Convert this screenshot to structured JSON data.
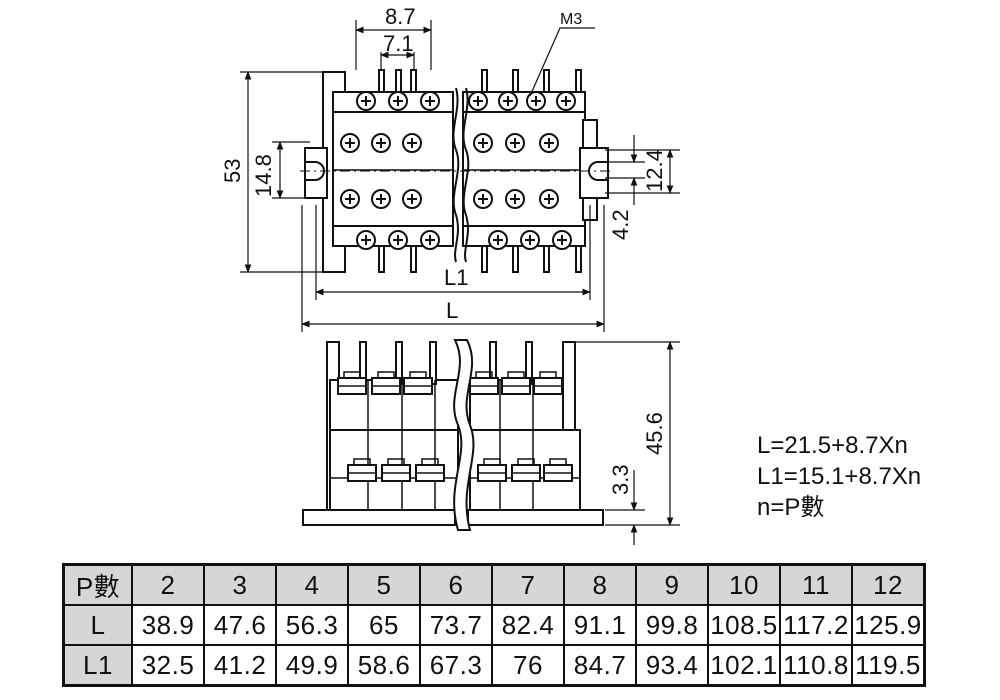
{
  "dimensions": {
    "pitch": "8.7",
    "inner_pitch": "7.1",
    "screw": "M3",
    "height": "53",
    "mount_slot": "14.8",
    "slot_right": "12.4",
    "offset": "4.2",
    "l1_label": "L1",
    "l_label": "L",
    "side_height": "45.6",
    "side_offset": "3.3"
  },
  "formulas": {
    "line1": "L=21.5+8.7Xn",
    "line2": "L1=15.1+8.7Xn",
    "line3": "n=P數"
  },
  "table": {
    "header": [
      "P數",
      "2",
      "3",
      "4",
      "5",
      "6",
      "7",
      "8",
      "9",
      "10",
      "11",
      "12"
    ],
    "rows": [
      {
        "label": "L",
        "values": [
          "38.9",
          "47.6",
          "56.3",
          "65",
          "73.7",
          "82.4",
          "91.1",
          "99.8",
          "108.5",
          "117.2",
          "125.9"
        ]
      },
      {
        "label": "L1",
        "values": [
          "32.5",
          "41.2",
          "49.9",
          "58.6",
          "67.3",
          "76",
          "84.7",
          "93.4",
          "102.1",
          "110.8",
          "119.5"
        ]
      }
    ]
  }
}
